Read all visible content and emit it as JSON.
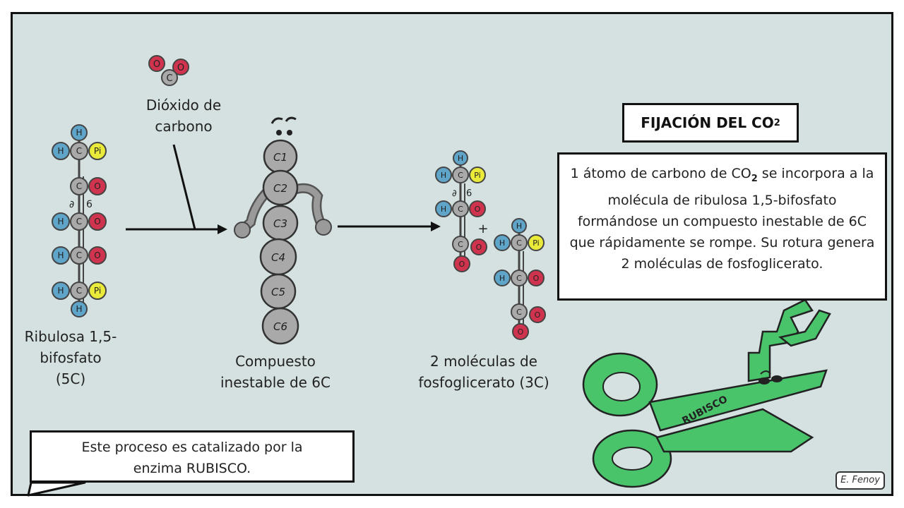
{
  "labels": {
    "co2": "Dióxido de\ncarbono",
    "ribulosa": "Ribulosa 1,5-\nbifosfato\n(5C)",
    "compuesto": "Compuesto\ninestable de 6C",
    "fosfoglicerato": "2 moléculas de\nfosfoglicerato (3C)"
  },
  "title": {
    "text": "FIJACIÓN DEL CO",
    "sub": "2"
  },
  "info": {
    "pre": "1 átomo de carbono de CO",
    "sub": "2",
    "post": " se incorpora a la molécula de ribulosa 1,5-bifosfato formándose un compuesto inestable de 6C que rápidamente se rompe. Su rotura genera 2 moléculas de fosfoglicerato."
  },
  "note": "Este proceso es catalizado por la\nenzima RUBISCO.",
  "signature": "E. Fenoy",
  "scissors_label": "RUBISCO",
  "atoms": {
    "H": "H",
    "C": "C",
    "O": "O",
    "Pi": "Pi"
  },
  "chain": [
    "C1",
    "C2",
    "C3",
    "C4",
    "C5",
    "C6"
  ],
  "plus": "+",
  "charges": {
    "a": "∂",
    "b": "6"
  },
  "colors": {
    "background": "#d4e1e0",
    "hydrogen": "#5fa4c9",
    "carbon": "#a9a9a9",
    "oxygen": "#d0334d",
    "phosphate": "#eaea3a",
    "scissors": "#49c46b"
  }
}
